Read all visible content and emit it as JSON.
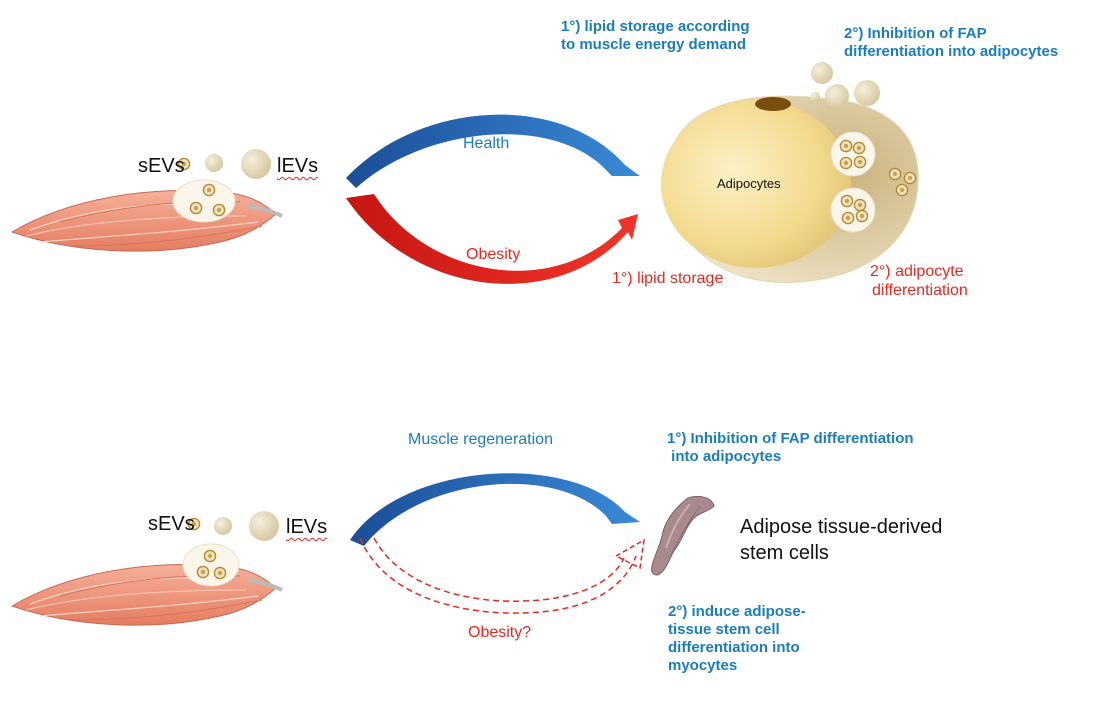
{
  "top": {
    "sevs_label": "sEVs",
    "levs_label": "lEVs",
    "health_label": "Health",
    "obesity_label": "Obesity",
    "adipocytes_label": "Adipocytes",
    "note_blue_1": [
      "1°) lipid storage according",
      "to muscle energy demand"
    ],
    "note_blue_2": [
      "2°) Inhibition of  FAP",
      "differentiation into adipocytes"
    ],
    "note_red_1": "1°) lipid storage",
    "note_red_2": [
      "2°) adipocyte",
      "differentiation"
    ]
  },
  "bottom": {
    "sevs_label": "sEVs",
    "levs_label": "lEVs",
    "regen_label": "Muscle regeneration",
    "obesity_label": "Obesity?",
    "stem_cells_label": [
      "Adipose tissue-derived",
      "stem cells"
    ],
    "note_blue_1": [
      "1°) Inhibition of  FAP differentiation",
      " into adipocytes"
    ],
    "note_blue_2": [
      "2°) induce adipose-",
      "tissue stem cell",
      "differentiation into",
      "myocytes"
    ]
  },
  "colors": {
    "health_blue": "#1a5fa8",
    "text_blue": "#1a7dbf",
    "obesity_red": "#e8281f",
    "muscle": "#ef9a7e",
    "adipocyte": "#efd98a",
    "vesicle": "#e0d6b6",
    "cargo": "#caa24a"
  },
  "icons": [
    "muscle-icon",
    "vesicle-icon",
    "adipocyte-icon",
    "stem-cell-icon"
  ]
}
